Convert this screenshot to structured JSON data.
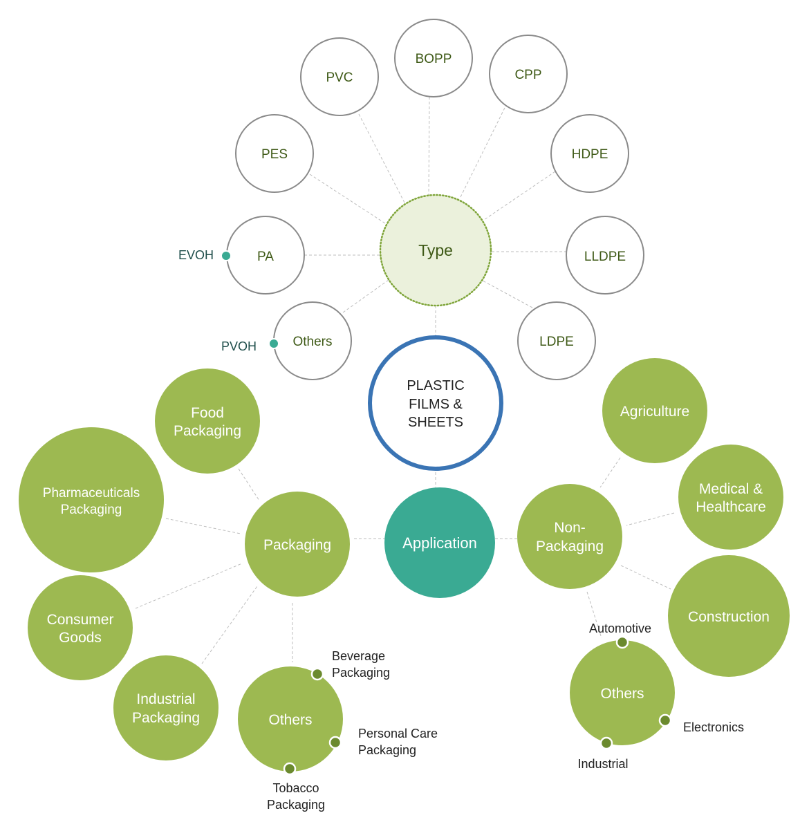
{
  "root": {
    "label_lines": [
      "PLASTIC",
      "FILMS &",
      "SHEETS"
    ],
    "border_color": "#3a74b4"
  },
  "type_branch": {
    "label": "Type",
    "items": [
      {
        "label": "BOPP"
      },
      {
        "label": "PVC"
      },
      {
        "label": "CPP"
      },
      {
        "label": "PES"
      },
      {
        "label": "HDPE"
      },
      {
        "label": "PA",
        "sub": "EVOH"
      },
      {
        "label": "LLDPE"
      },
      {
        "label": "Others",
        "sub": "PVOH"
      },
      {
        "label": "LDPE"
      }
    ]
  },
  "application_branch": {
    "label": "Application",
    "color": "#3aaa93",
    "packaging": {
      "label": "Packaging",
      "items": [
        {
          "label_lines": [
            "Food",
            "Packaging"
          ]
        },
        {
          "label_lines": [
            "Pharmaceuticals",
            "Packaging"
          ]
        },
        {
          "label_lines": [
            "Consumer",
            "Goods"
          ]
        },
        {
          "label_lines": [
            "Industrial",
            "Packaging"
          ]
        }
      ],
      "others": {
        "label": "Others",
        "subs": [
          {
            "label_lines": [
              "Beverage",
              "Packaging"
            ]
          },
          {
            "label_lines": [
              "Personal Care",
              "Packaging"
            ]
          },
          {
            "label_lines": [
              "Tobacco",
              "Packaging"
            ]
          }
        ]
      }
    },
    "non_packaging": {
      "label_lines": [
        "Non-",
        "Packaging"
      ],
      "items": [
        {
          "label_lines": [
            "Agriculture"
          ]
        },
        {
          "label_lines": [
            "Medical &",
            "Healthcare"
          ]
        },
        {
          "label_lines": [
            "Construction"
          ]
        }
      ],
      "others": {
        "label": "Others",
        "subs": [
          {
            "label_lines": [
              "Automotive"
            ]
          },
          {
            "label_lines": [
              "Electronics"
            ]
          },
          {
            "label_lines": [
              "Industrial"
            ]
          }
        ]
      }
    }
  },
  "colors": {
    "green": "#9db951",
    "teal": "#3aaa93",
    "type_fill": "#ebf1dc",
    "dot_olive": "#6b8a2e"
  }
}
